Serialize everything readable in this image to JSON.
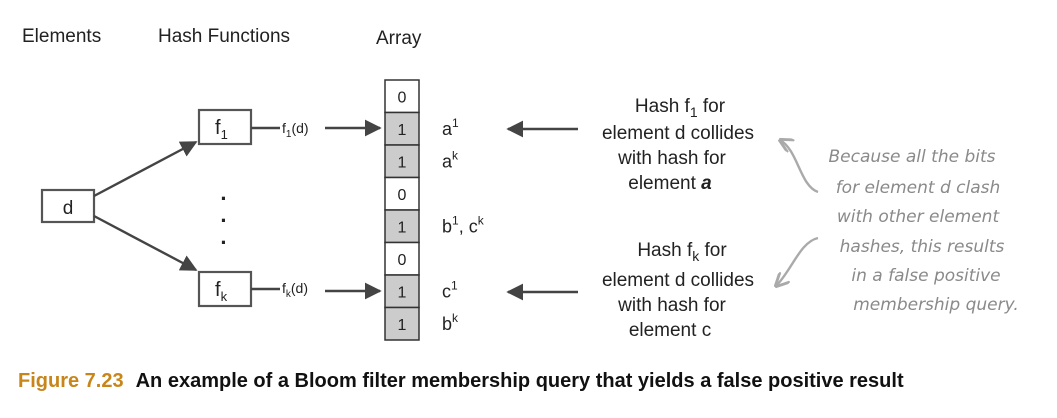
{
  "headers": {
    "elements": "Elements",
    "hash_functions": "Hash Functions",
    "array": "Array"
  },
  "element_node": "d",
  "dots": [
    "·",
    "·",
    "·"
  ],
  "f1": {
    "base": "f",
    "sub": "1",
    "call_base": "f",
    "call_sub": "1",
    "call_arg": "(d)"
  },
  "fk": {
    "base": "f",
    "sub": "k",
    "call_base": "f",
    "call_sub": "k",
    "call_arg": "(d)"
  },
  "array": {
    "cells": [
      "0",
      "1",
      "1",
      "0",
      "1",
      "0",
      "1",
      "1"
    ],
    "filled": [
      false,
      true,
      true,
      false,
      true,
      false,
      true,
      true
    ]
  },
  "cell_labels": [
    {
      "row": 1,
      "base": "a",
      "sup": "1"
    },
    {
      "row": 2,
      "base": "a",
      "sup": "k"
    },
    {
      "row": 4,
      "base": "b",
      "sup": "1",
      "rest": ", c",
      "sup2": "k"
    },
    {
      "row": 6,
      "base": "c",
      "sup": "1"
    },
    {
      "row": 7,
      "base": "b",
      "sup": "k"
    }
  ],
  "note1": {
    "line1_pre": "Hash f",
    "line1_sub": "1",
    "line1_post": " for",
    "line2": "element d collides",
    "line3": "with hash for",
    "line4_pre": "element ",
    "line4_em": "a"
  },
  "note2": {
    "line1_pre": "Hash f",
    "line1_sub": "k",
    "line1_post": " for",
    "line2": "element d collides",
    "line3": "with hash for",
    "line4_pre": "element ",
    "line4_em": "c"
  },
  "handnote": [
    "Because all the bits",
    "for element d clash",
    "with other element",
    "hashes, this results",
    "in a false positive",
    "membership query."
  ],
  "caption": {
    "number": "Figure 7.23",
    "text": "An example of a Bloom filter membership query that yields a false positive result"
  },
  "colors": {
    "cell_filled": "#cccccc",
    "cell_empty": "#ffffff",
    "caption_number": "#c8861a",
    "handnote": "#8a8a8a"
  }
}
